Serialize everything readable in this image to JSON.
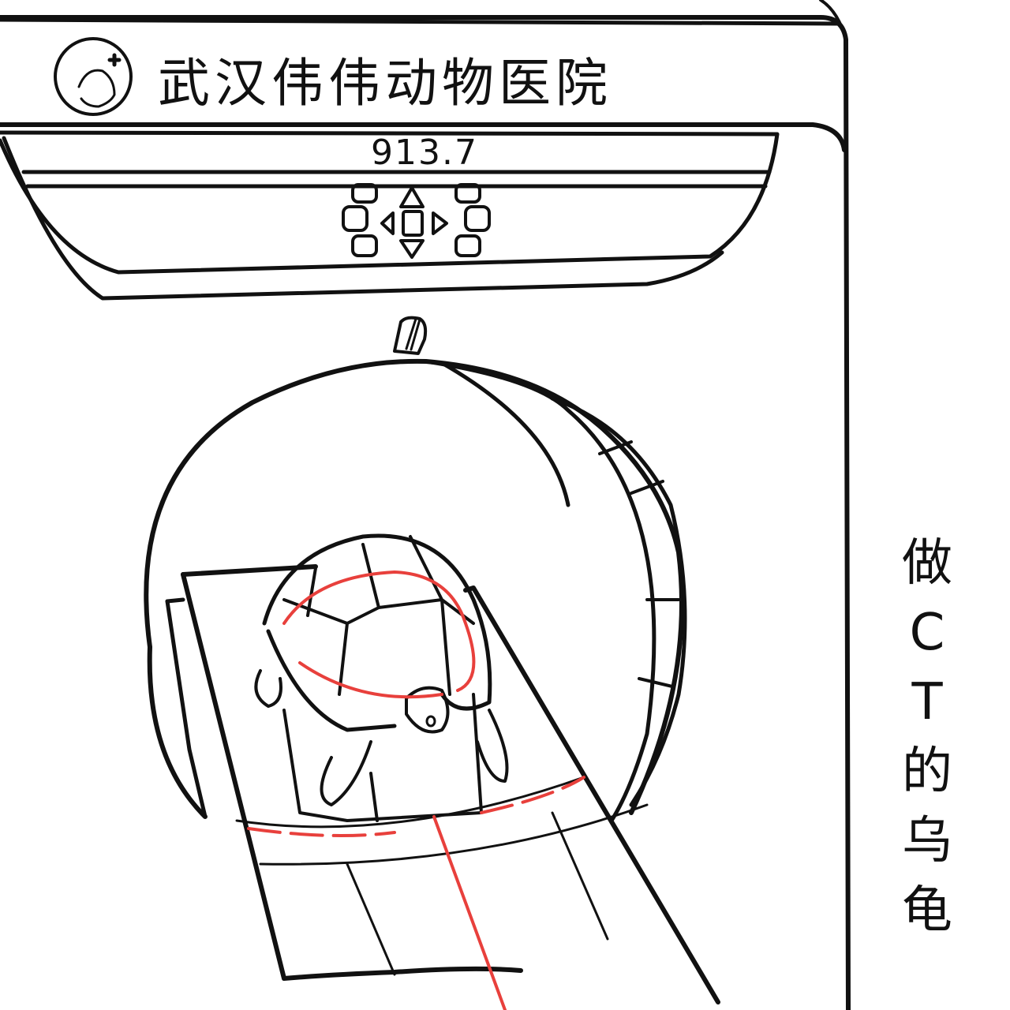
{
  "sign": {
    "hospital_name": "武汉伟伟动物医院",
    "logo": "cat-with-medical-cross-icon"
  },
  "control_panel": {
    "readout_value": "913.7",
    "buttons": [
      "up-arrow",
      "down-arrow",
      "left-arrow",
      "right-arrow",
      "center-square",
      "left-keys-3",
      "right-keys-3"
    ]
  },
  "caption": {
    "chars": [
      "做",
      "C",
      "T",
      "的",
      "乌",
      "龟"
    ]
  },
  "colors": {
    "line": "#111111",
    "scan_line": "#e8403c",
    "background": "#ffffff"
  }
}
